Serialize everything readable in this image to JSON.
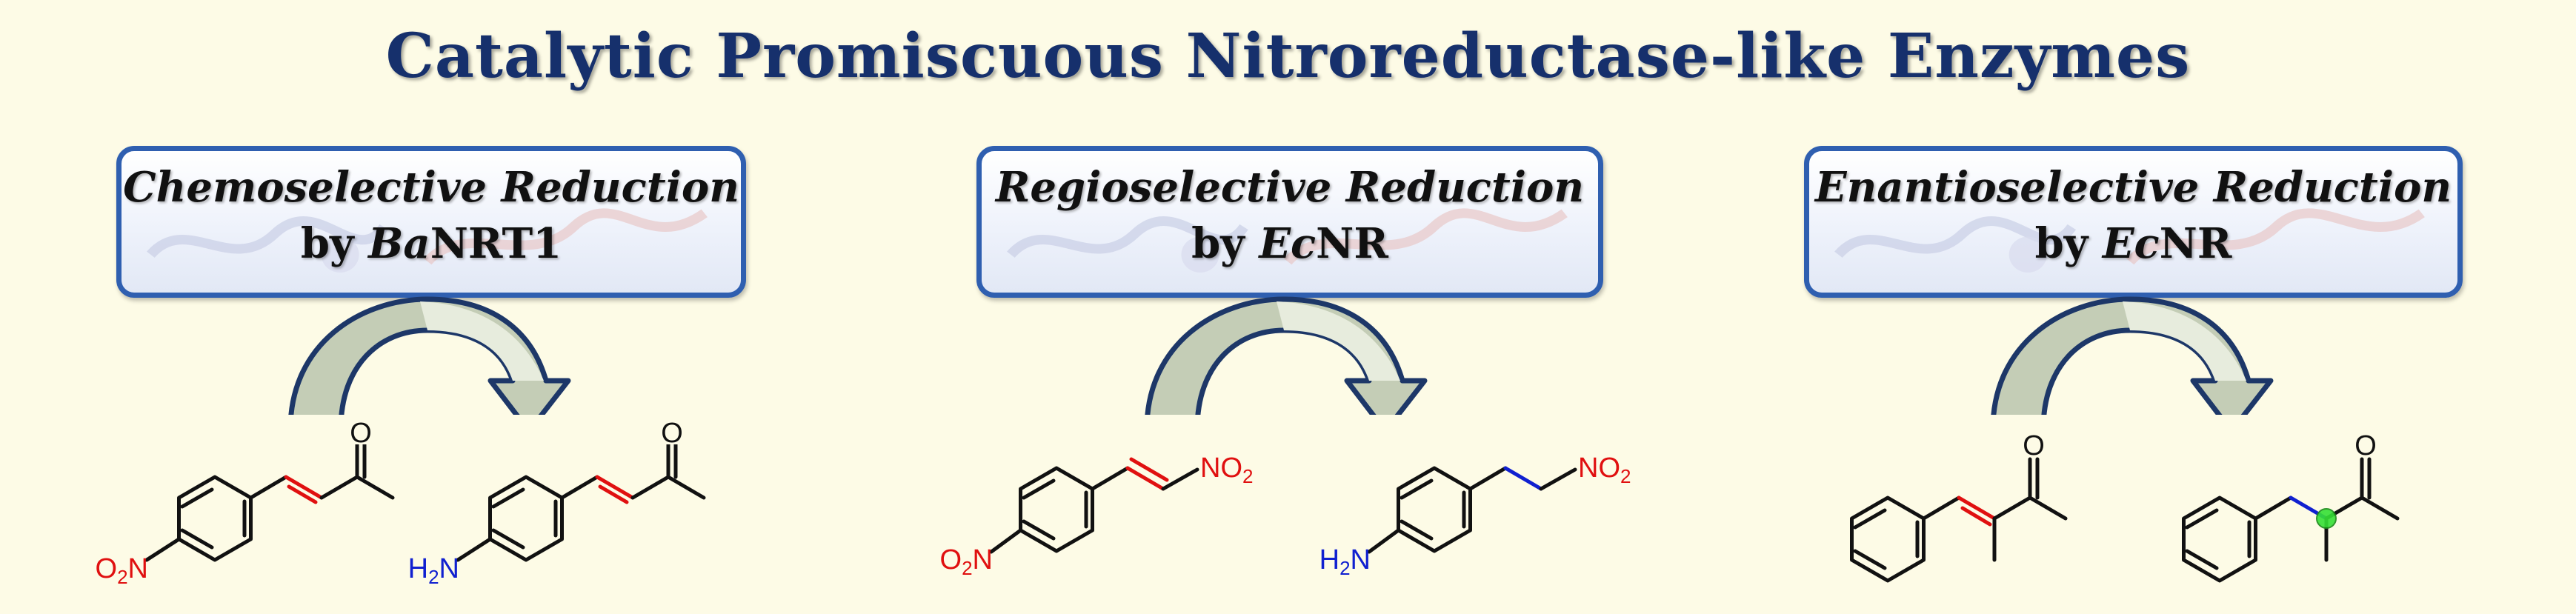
{
  "title": "Catalytic Promiscuous Nitroreductase-like Enzymes",
  "panels": [
    {
      "heading": "Chemoselective Reduction",
      "by": "by ",
      "enzyme_italic": "Ba",
      "enzyme_rest": "NRT1",
      "substrate_labels": {
        "carbonyl_o": "O",
        "nitro": "O2N"
      },
      "product_labels": {
        "carbonyl_o": "O",
        "amine": "H2N"
      }
    },
    {
      "heading": "Regioselective Reduction",
      "by": "by ",
      "enzyme_italic": "Ec",
      "enzyme_rest": "NR",
      "substrate_labels": {
        "nitro_ring": "O2N",
        "nitro_chain": "NO2"
      },
      "product_labels": {
        "amine": "H2N",
        "nitro_chain": "NO2"
      }
    },
    {
      "heading": "Enantioselective Reduction",
      "by": "by ",
      "enzyme_italic": "Ec",
      "enzyme_rest": "NR",
      "substrate_labels": {
        "carbonyl_o": "O"
      },
      "product_labels": {
        "carbonyl_o": "O"
      }
    }
  ],
  "colors": {
    "title": "#16306c",
    "box_border": "#2f5fb0",
    "arrow_fill": "#c4cdb6",
    "arrow_stroke": "#1d3768",
    "reduced_bond": "#e01010",
    "new_bond": "#1020d0",
    "nitro_text": "#e01010",
    "amine_text": "#1020d0",
    "stereocenter": "#35e035"
  }
}
